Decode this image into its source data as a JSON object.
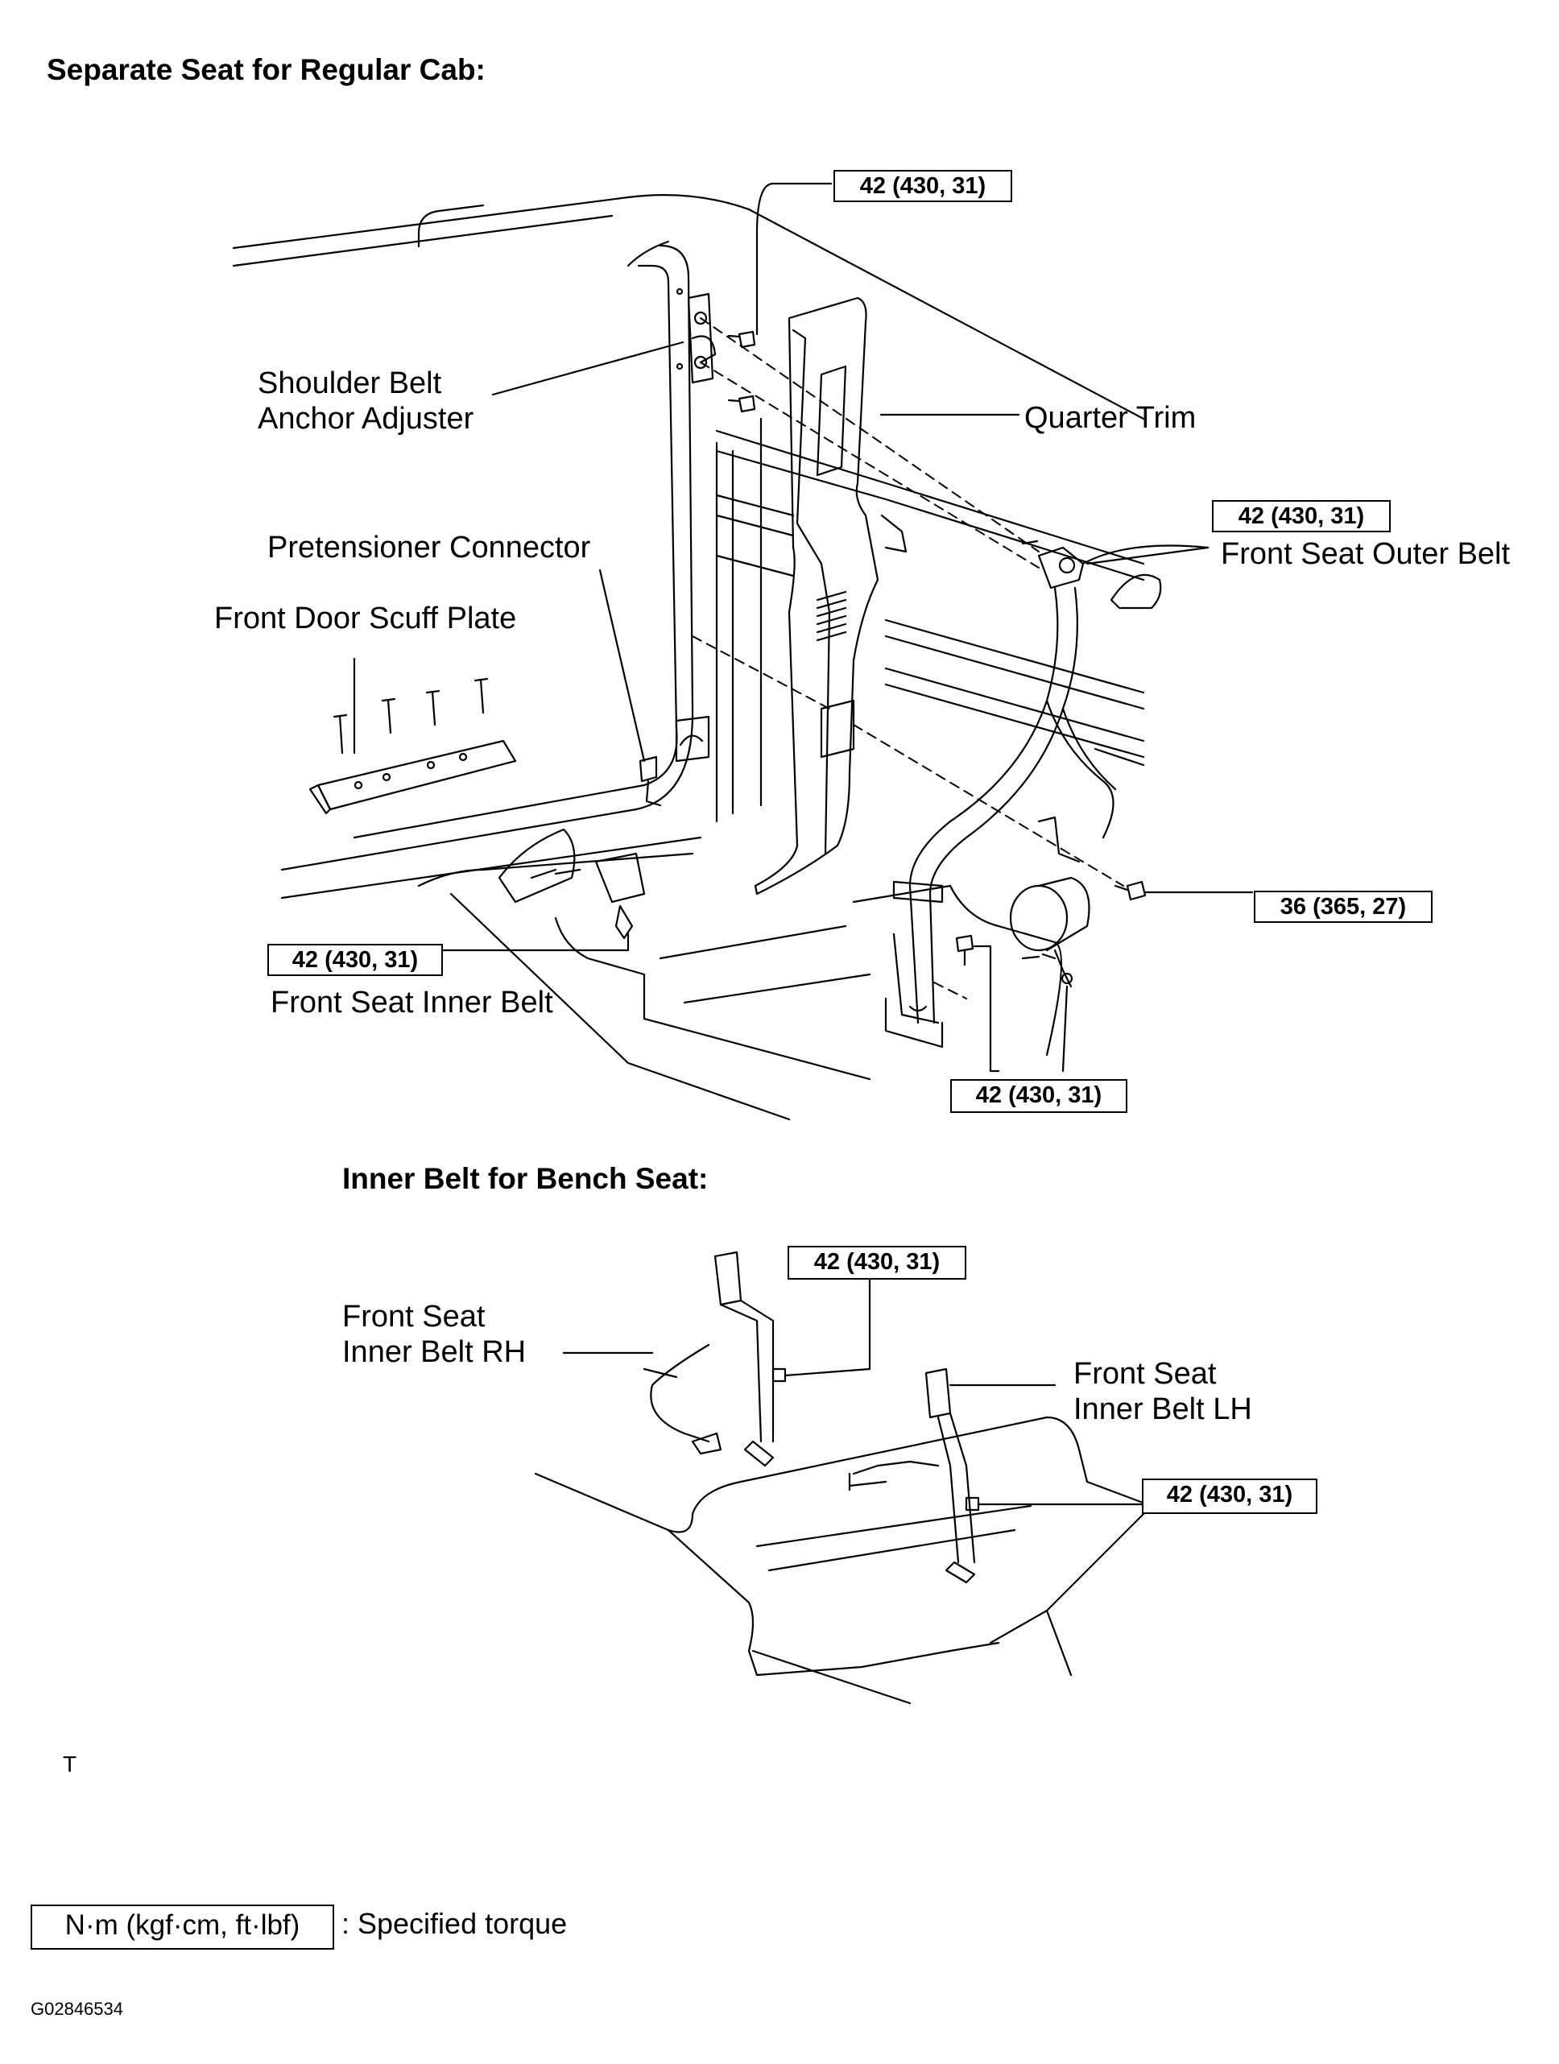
{
  "titles": {
    "main": "Separate Seat for Regular Cab:",
    "bench": "Inner Belt for Bench Seat:"
  },
  "labels": {
    "shoulder_belt_line1": "Shoulder Belt",
    "shoulder_belt_line2": "Anchor Adjuster",
    "pretensioner": "Pretensioner Connector",
    "scuff_plate": "Front Door Scuff Plate",
    "quarter_trim": "Quarter Trim",
    "outer_belt": "Front Seat Outer Belt",
    "inner_belt": "Front Seat Inner Belt",
    "inner_rh_line1": "Front Seat",
    "inner_rh_line2": "Inner Belt RH",
    "inner_lh_line1": "Front Seat",
    "inner_lh_line2": "Inner Belt LH"
  },
  "torques": {
    "t_shoulder": "42 (430, 31)",
    "t_outer": "42 (430, 31)",
    "t_retractor": "36 (365, 27)",
    "t_inner": "42 (430, 31)",
    "t_floor": "42 (430, 31)",
    "t_bench_rh": "42 (430, 31)",
    "t_bench_lh": "42 (430, 31)"
  },
  "stray_mark": "T",
  "legend": {
    "unit": "N·m (kgf·cm, ft·lbf)",
    "meaning": ": Specified torque"
  },
  "figure_id": "G02846534"
}
